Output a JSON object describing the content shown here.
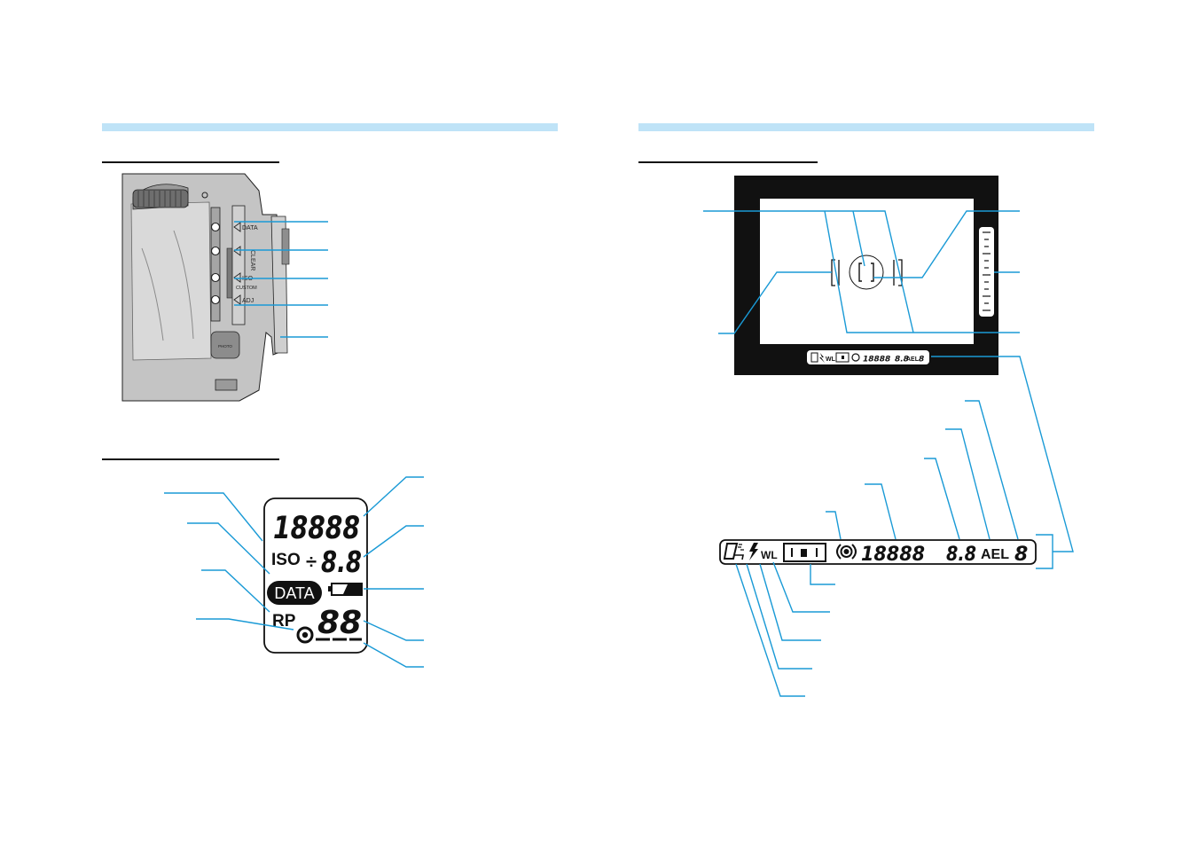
{
  "colors": {
    "header_bar": "#bfe3f7",
    "leader_line": "#1a9ad6",
    "ink": "#111111",
    "camera_body": "#b8b8b8"
  },
  "camera_buttons": {
    "data": "DATA",
    "clear": "CLEAR",
    "iso": "ISO",
    "custom": "CUSTOM",
    "adj": "ADJ",
    "photo": "PHOTO"
  },
  "data_panel": {
    "counter": "18888",
    "iso_label": "ISO",
    "plus_minus": "÷",
    "value": "8.8",
    "data_badge": "DATA",
    "rp_label": "RP",
    "frame": "88"
  },
  "viewfinder_strip": {
    "shutter": "18888",
    "aperture": "8.8",
    "ael": "AEL",
    "digit": "8",
    "wl": "WL"
  }
}
